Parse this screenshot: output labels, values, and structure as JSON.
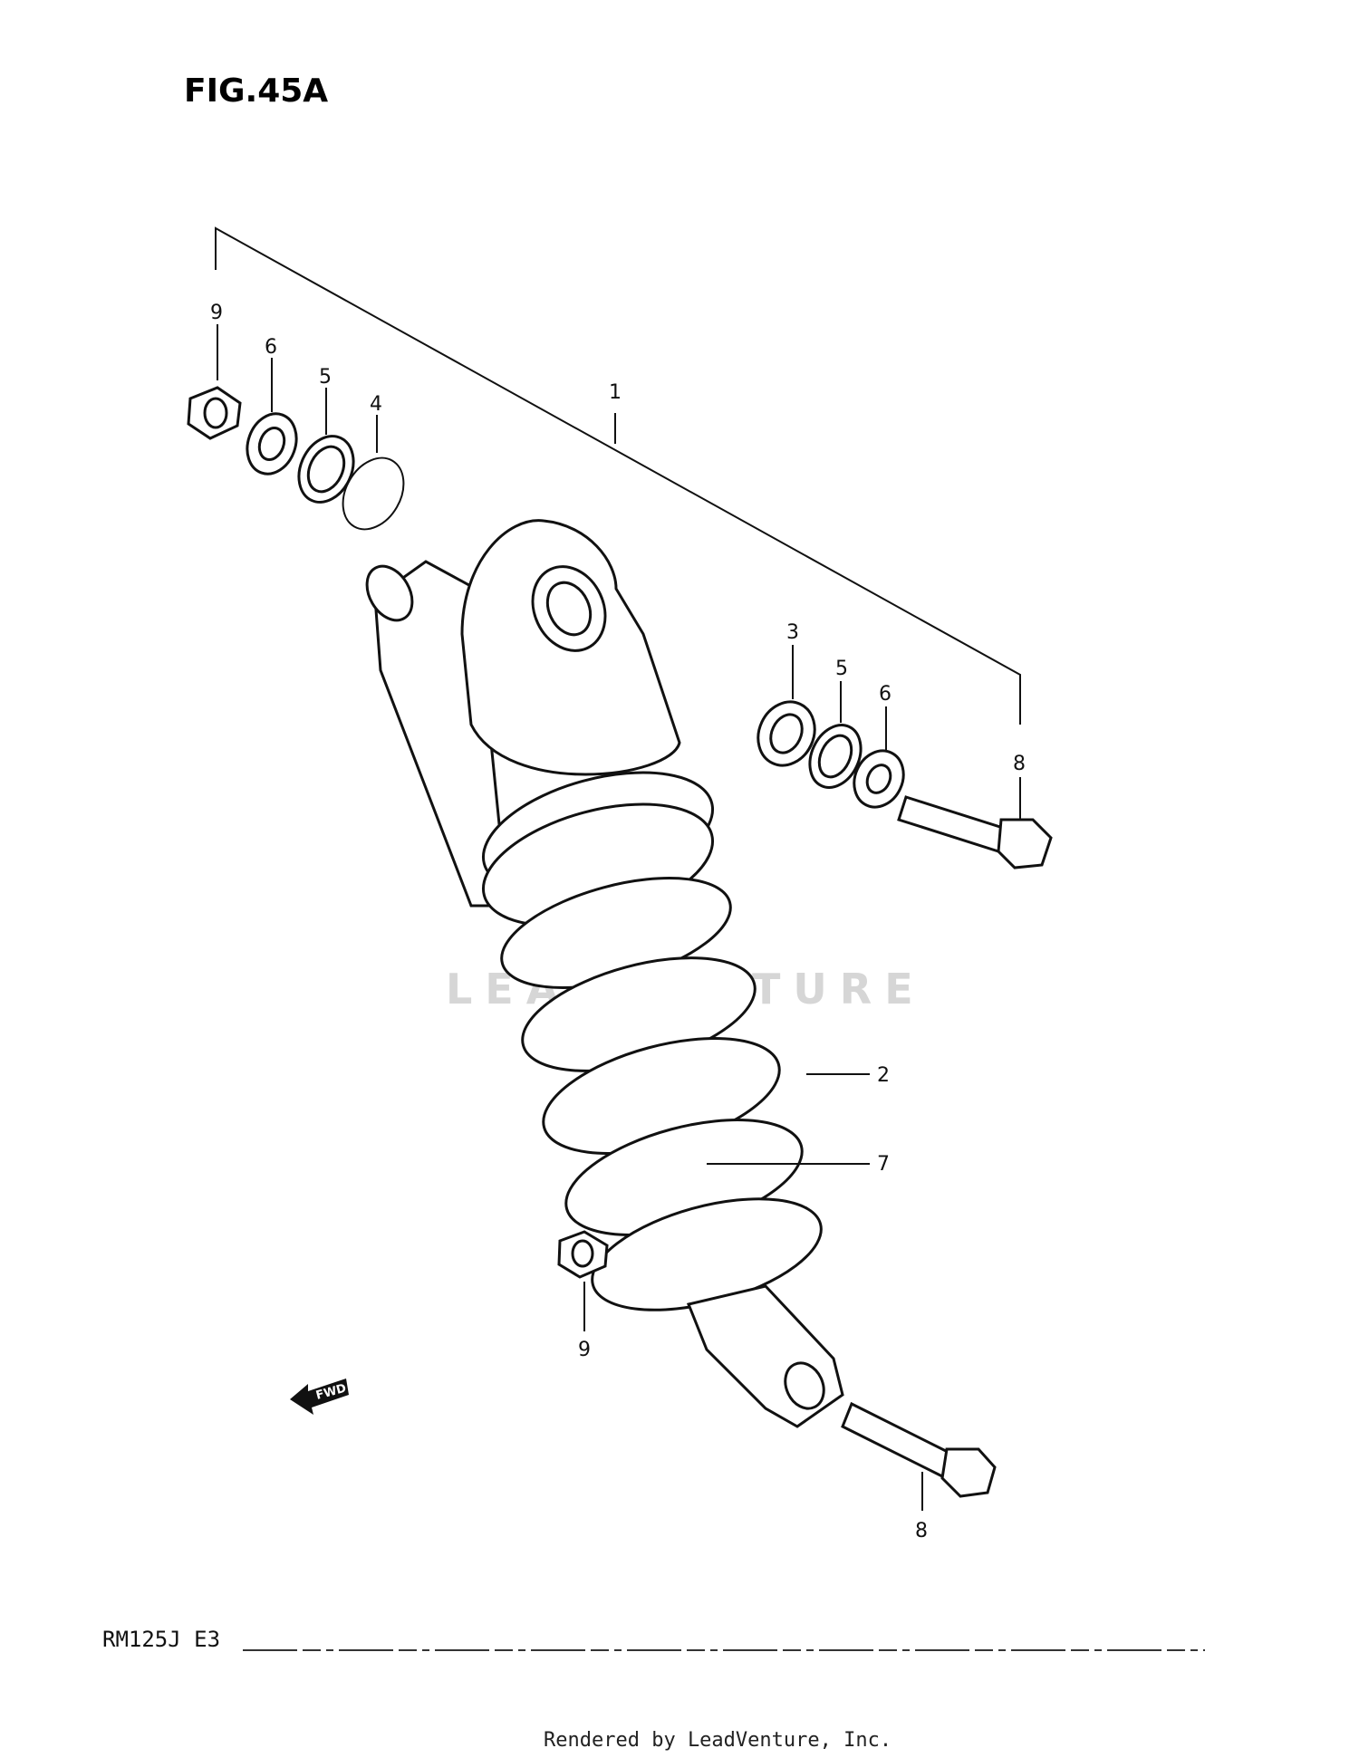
{
  "figure_title": "FIG.45A",
  "model_code": "RM125J  E3",
  "footer": "Rendered by LeadVenture, Inc.",
  "watermark": "LEADVENTURE",
  "fwd_label": "FWD",
  "callouts": {
    "c1": "1",
    "c2": "2",
    "c3": "3",
    "c4": "4",
    "c5a": "5",
    "c5b": "5",
    "c6a": "6",
    "c6b": "6",
    "c7": "7",
    "c8a": "8",
    "c8b": "8",
    "c9a": "9",
    "c9b": "9"
  }
}
